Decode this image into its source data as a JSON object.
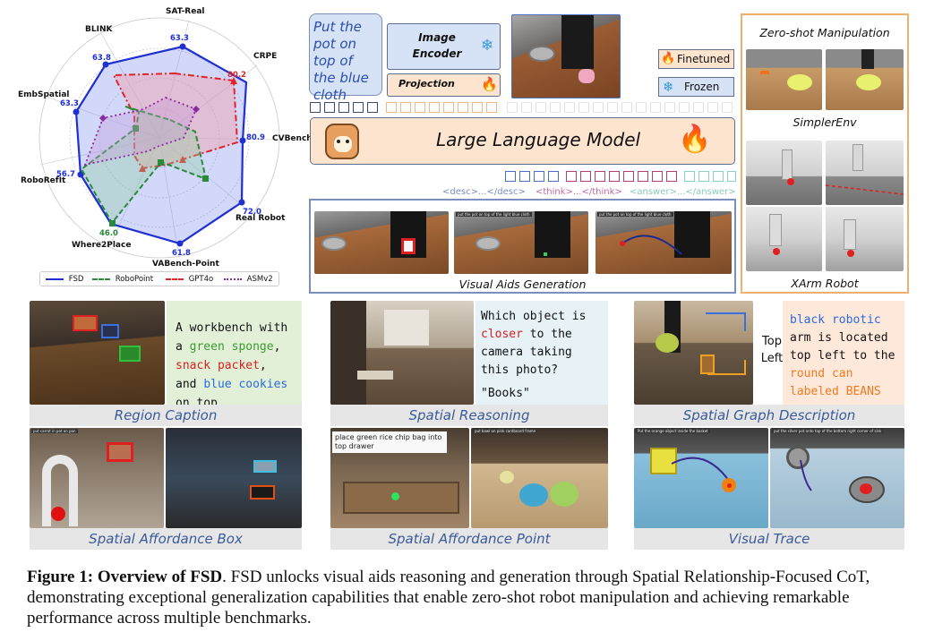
{
  "radar": {
    "axes": [
      "SAT-Real",
      "CRPE",
      "CVBench",
      "Real Robot",
      "VABench-Point",
      "Where2Place",
      "RoboRefIt",
      "EmbSpatial",
      "BLINK"
    ],
    "fsd_values": [
      "63.3",
      "80.9",
      "72.0",
      "61.8",
      "46.0",
      "56.7",
      "63.3",
      "63.8"
    ],
    "gpt_values": [
      "80.2"
    ],
    "legend": [
      "FSD",
      "RoboPoint",
      "GPT4o",
      "ASMv2"
    ],
    "colors": {
      "FSD": "#1f2fd0",
      "RoboPoint": "#2a8a3a",
      "GPT4o": "#e0242a",
      "ASMv2": "#8a2aa0"
    }
  },
  "pipeline": {
    "instruction": "Put the pot on top of the blue cloth",
    "image_encoder": "Image Encoder",
    "projection": "Projection",
    "finetuned": "Finetuned",
    "frozen": "Frozen",
    "llm": "Large Language Model",
    "tags": [
      "<desc>...</desc>",
      "<think>...</think>",
      "<answer>...</answer>"
    ],
    "visual_aids": "Visual Aids Generation",
    "thumb_texts": [
      "put the pot on top of the light blue cloth",
      "put the pot on top of the light blue cloth"
    ]
  },
  "zeroshot": {
    "title": "Zero-shot Manipulation",
    "simpler": "SimplerEnv",
    "xarm": "XArm Robot"
  },
  "tasks": {
    "region_caption": {
      "label": "Region Caption",
      "text": {
        "p1": "A workbench with a",
        "green": "green sponge",
        "comma": ",",
        "red": "snack packet",
        "and": ", and",
        "blue": "blue cookies",
        "end": "on top"
      }
    },
    "spatial_reasoning": {
      "label": "Spatial Reasoning",
      "q1": "Which object is",
      "closer": "closer",
      "q2": "to the camera taking this photo?",
      "answer": "\"Books\""
    },
    "spatial_graph": {
      "label": "Spatial Graph Description",
      "pointer": "Top Left",
      "blue": "black robotic",
      "black": "arm is located top left to the",
      "orange": "round can labeled BEANS"
    },
    "affordance_box": {
      "label": "Spatial Affordance Box",
      "thumb": "put carrot in pot on pan"
    },
    "affordance_point": {
      "label": "Spatial Affordance Point",
      "text": "place green rice chip bag into top drawer",
      "thumb": "put bowl on pink cardboard frame"
    },
    "visual_trace": {
      "label": "Visual Trace",
      "t1": "Put the orange object inside the basket",
      "t2": "put the silver pot onto top of the bottom right corner of sink"
    }
  },
  "figure_caption": {
    "label": "Figure 1:",
    "title": "Overview of FSD",
    "body": "FSD unlocks visual aids reasoning and generation through Spatial Relationship-Focused CoT, demonstrating exceptional generalization capabilities that enable zero-shot robot manipulation and achieving remarkable performance across multiple benchmarks."
  }
}
